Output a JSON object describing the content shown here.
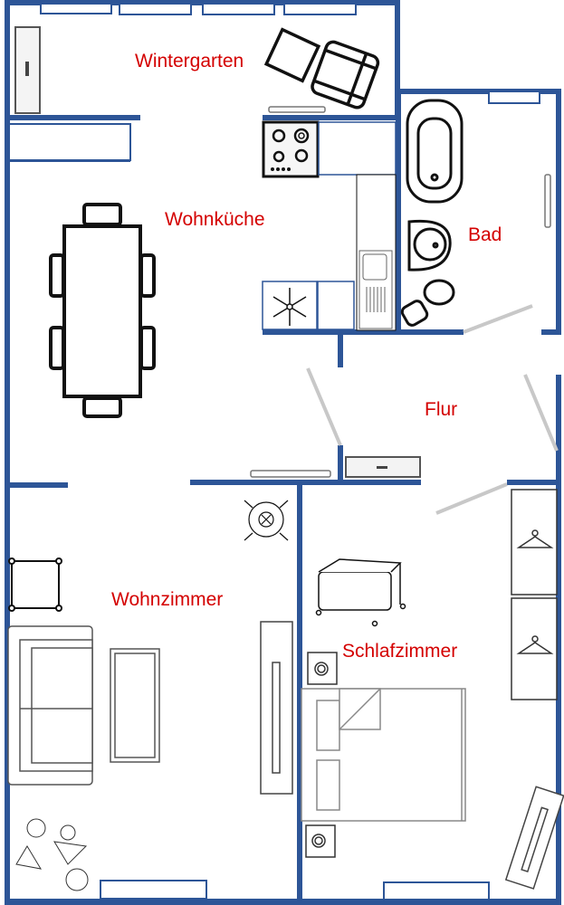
{
  "plan": {
    "title": "Grundriss",
    "wall_color": "#2d5597",
    "label_color": "#d40000",
    "door_color": "#c8c8c8"
  },
  "rooms": [
    {
      "id": "wintergarten",
      "label": "Wintergarten"
    },
    {
      "id": "wohnkueche",
      "label": "Wohnküche"
    },
    {
      "id": "bad",
      "label": "Bad"
    },
    {
      "id": "flur",
      "label": "Flur"
    },
    {
      "id": "wohnzimmer",
      "label": "Wohnzimmer"
    },
    {
      "id": "schlafzimmer",
      "label": "Schlafzimmer"
    }
  ],
  "furniture": {
    "wintergarten": [
      "cabinet",
      "armchair",
      "sofa-chair",
      "radiator"
    ],
    "wohnkueche": [
      "dining-table",
      "chairs",
      "stove",
      "sink",
      "fridge",
      "counter",
      "radiator"
    ],
    "bad": [
      "bathtub",
      "washbasin",
      "toilet",
      "radiator"
    ],
    "flur": [
      "shoe-cabinet"
    ],
    "wohnzimmer": [
      "stove-oven",
      "side-table",
      "sofa",
      "coffee-table",
      "tv-board",
      "plants"
    ],
    "schlafzimmer": [
      "baby-cot",
      "nightstand",
      "double-bed",
      "wardrobe",
      "tv-board"
    ]
  }
}
